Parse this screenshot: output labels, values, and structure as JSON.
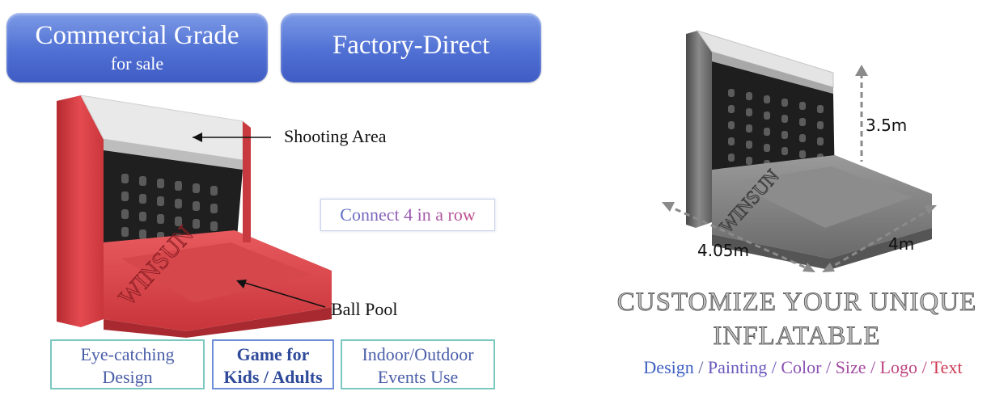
{
  "header": {
    "badge_left_title": "Commercial Grade",
    "badge_left_sub": "for sale",
    "badge_right_title": "Factory-Direct"
  },
  "annotations": {
    "shooting_area": "Shooting Area",
    "ball_pool": "Ball Pool",
    "connect": "Connect 4 in a row"
  },
  "product": {
    "brand_watermark": "WINSUN"
  },
  "features": [
    {
      "line1": "Eye-catching",
      "line2": "Design"
    },
    {
      "line1": "Game for",
      "line2": "Kids / Adults"
    },
    {
      "line1": "Indoor/Outdoor",
      "line2": "Events Use"
    }
  ],
  "dimensions": {
    "height": "3.5m",
    "width": "4.05m",
    "depth": "4m"
  },
  "customize": {
    "line1": "CUSTOMIZE YOUR UNIQUE",
    "line2": "INFLATABLE",
    "options": [
      "Design",
      "Painting",
      "Color",
      "Size",
      "Logo",
      "Text"
    ],
    "separator": " / "
  },
  "colors": {
    "badge_blue": "#5070d4",
    "inflatable_red": "#e0474c",
    "options_gradient": [
      "#3d5fc2",
      "#7a55b8",
      "#b1478f",
      "#cf3a55"
    ]
  }
}
